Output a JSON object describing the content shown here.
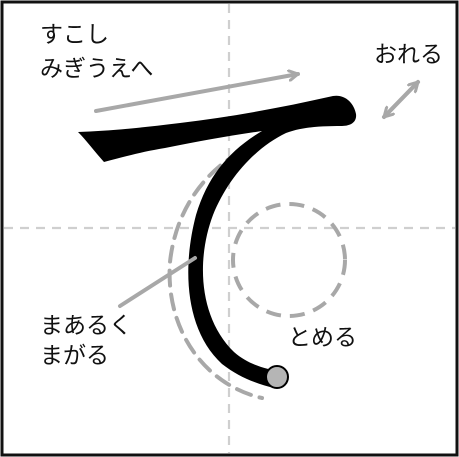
{
  "labels": {
    "rise": [
      "すこし",
      "みぎうえへ"
    ],
    "bend": "おれる",
    "curve": [
      "まあるく",
      "まがる"
    ],
    "stop": "とめる"
  },
  "colors": {
    "frame": "#111111",
    "guide": "#cfcfcf",
    "stroke": "#000000",
    "annotation": "#a8a8a8",
    "stop_dot": "#b5b5b5",
    "text": "#111111"
  },
  "icons": {
    "rise_arrow": "arrow-right-icon",
    "bend_arrow": "bidirectional-diagonal-arrow-icon"
  }
}
